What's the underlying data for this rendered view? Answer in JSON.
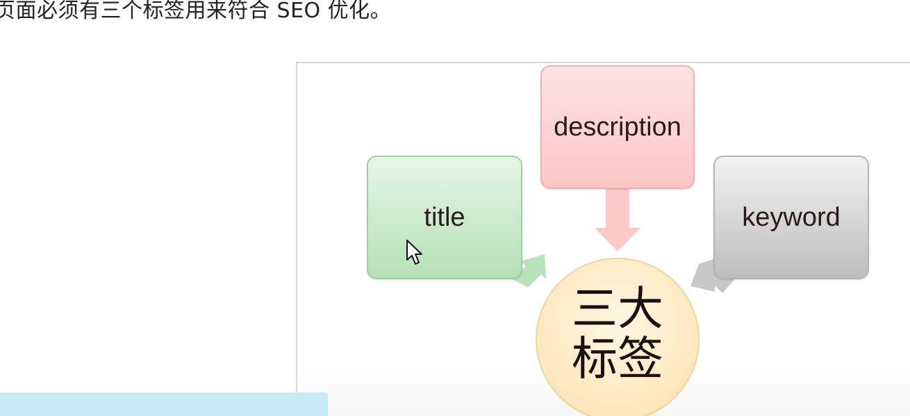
{
  "intro_text": "页面必须有三个标签用来符合 SEO 优化。",
  "diagram": {
    "boxes": {
      "title": "title",
      "description": "description",
      "keyword": "keyword"
    },
    "center_line1": "三大",
    "center_line2": "标签"
  },
  "colors": {
    "title_box": "#b6e0b6",
    "description_box": "#fbc6c6",
    "keyword_box": "#bdbdbd",
    "center_circle": "#fde7bd",
    "highlight_bar": "#c8eaf5"
  },
  "icons": {
    "cursor": "mouse-pointer-icon"
  }
}
